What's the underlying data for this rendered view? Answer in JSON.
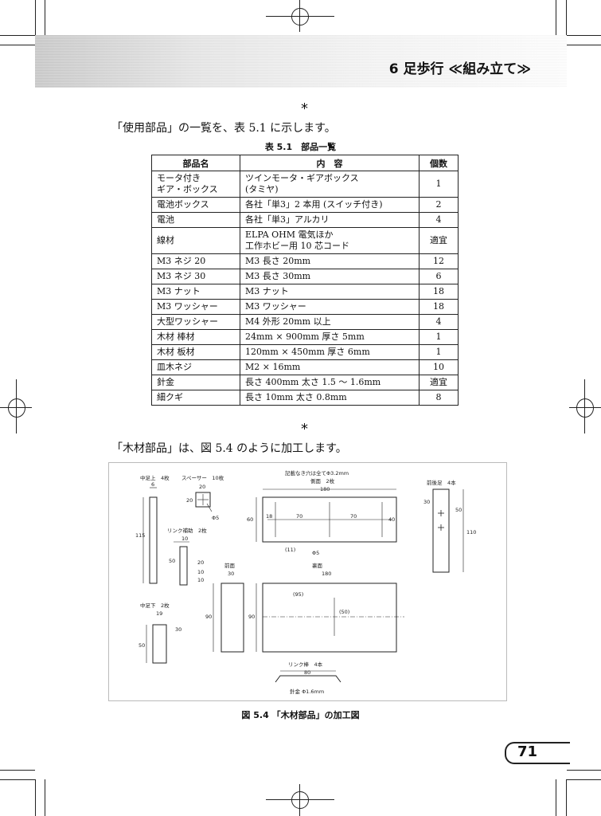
{
  "header": {
    "chapter_title": "6 足歩行 ≪組み立て≫"
  },
  "body": {
    "separator_1": "*",
    "intro_text": "「使用部品」の一覧を、表 5.1 に示します。",
    "separator_2": "*",
    "wood_text": "「木材部品」は、図 5.4 のように加工します。"
  },
  "table": {
    "caption": "表 5.1　部品一覧",
    "headers": [
      "部品名",
      "内　容",
      "個数"
    ],
    "rows": [
      {
        "name": "モータ付き\nギア・ボックス",
        "content": "ツインモータ・ギアボックス\n(タミヤ)",
        "qty": "1"
      },
      {
        "name": "電池ボックス",
        "content": "各社「単3」2 本用 (スイッチ付き)",
        "qty": "2"
      },
      {
        "name": "電池",
        "content": "各社「単3」アルカリ",
        "qty": "4"
      },
      {
        "name": "線材",
        "content": "ELPA OHM 電気ほか\n工作ホビー用 10 芯コード",
        "qty": "適宜"
      },
      {
        "name": "M3 ネジ 20",
        "content": "M3 長さ 20mm",
        "qty": "12"
      },
      {
        "name": "M3 ネジ 30",
        "content": "M3 長さ 30mm",
        "qty": "6"
      },
      {
        "name": "M3 ナット",
        "content": "M3 ナット",
        "qty": "18"
      },
      {
        "name": "M3 ワッシャー",
        "content": "M3 ワッシャー",
        "qty": "18"
      },
      {
        "name": "大型ワッシャー",
        "content": "M4 外形 20mm 以上",
        "qty": "4"
      },
      {
        "name": "木材 棒材",
        "content": "24mm × 900mm 厚さ 5mm",
        "qty": "1"
      },
      {
        "name": "木材 板材",
        "content": "120mm × 450mm 厚さ 6mm",
        "qty": "1"
      },
      {
        "name": "皿木ネジ",
        "content": "M2 × 16mm",
        "qty": "10"
      },
      {
        "name": "針金",
        "content": "長さ 400mm 太さ 1.5 ～ 1.6mm",
        "qty": "適宜"
      },
      {
        "name": "細クギ",
        "content": "長さ 10mm 太さ 0.8mm",
        "qty": "8"
      }
    ]
  },
  "figure": {
    "caption": "図 5.4 「木材部品」の加工図",
    "labels": {
      "upper_leg": "中足上　4枚",
      "upper_leg_w": "6",
      "upper_leg_h": "115",
      "spacer": "スペーサー　10枚",
      "spacer_w": "20",
      "spacer_h": "20",
      "spacer_hole": "Φ5",
      "link_arm": "リンク補助　2枚",
      "link_arm_w": "10",
      "link_arm_h": "50",
      "link_arm_d1": "20",
      "link_arm_d2": "10",
      "link_arm_d3": "10",
      "lower_leg": "中足下　2枚",
      "lower_leg_w": "19",
      "lower_leg_h": "50",
      "lower_leg_d": "30",
      "side_note": "記載なき穴は全てΦ3.2mm",
      "side_plate": "側面　2枚",
      "side_plate_w": "180",
      "side_plate_h": "60",
      "side_d1": "18",
      "side_d2": "70",
      "side_d3": "70",
      "side_d4": "40",
      "side_d5": "(11)",
      "side_hole": "Φ5",
      "front_back_leg": "前後足　4本",
      "fb_d1": "30",
      "fb_d2": "50",
      "fb_h": "110",
      "front": "前面",
      "front_w": "30",
      "front_h": "90",
      "back": "裏面",
      "back_w": "180",
      "back_h": "90",
      "back_d1": "(95)",
      "back_d2": "(50)",
      "link_rod": "リンク棒　4本",
      "link_rod_len": "80",
      "wire": "針金 Φ1.6mm"
    }
  },
  "footer": {
    "page_number": "71"
  }
}
